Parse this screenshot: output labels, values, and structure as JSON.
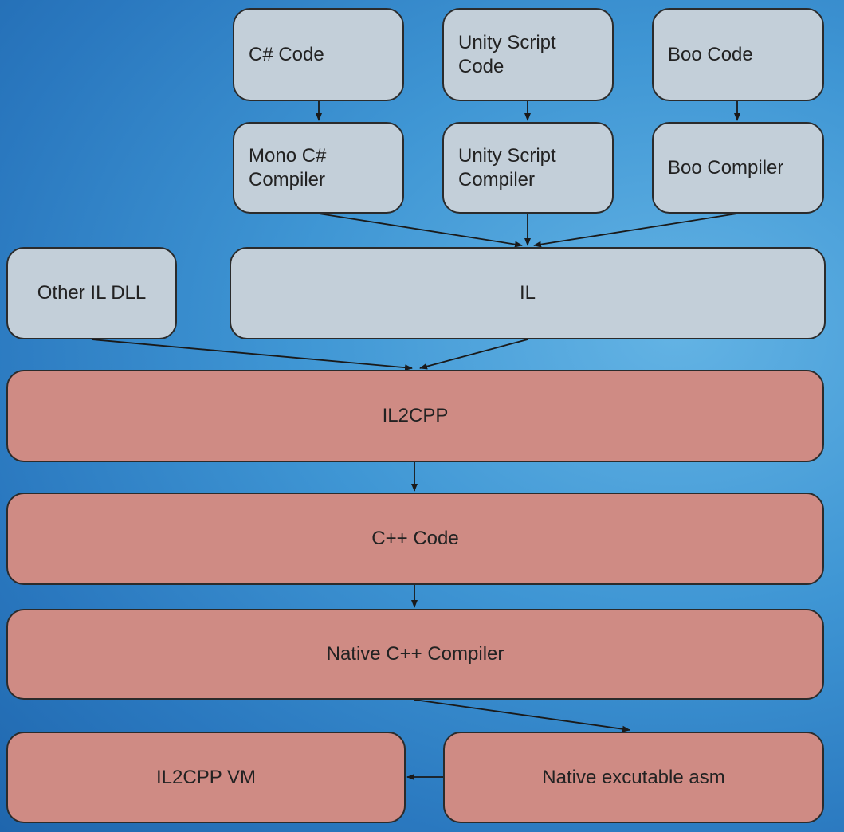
{
  "nodes": {
    "csharp_code": "C# Code",
    "unity_script_code": "Unity Script\nCode",
    "boo_code": "Boo Code",
    "mono_csharp_compiler": "Mono C#\nCompiler",
    "unity_script_compiler": "Unity Script\nCompiler",
    "boo_compiler": "Boo Compiler",
    "other_il_dll": "Other IL DLL",
    "il": "IL",
    "il2cpp": "IL2CPP",
    "cpp_code": "C++ Code",
    "native_cpp_compiler": "Native C++ Compiler",
    "il2cpp_vm": "IL2CPP VM",
    "native_executable_asm": "Native excutable asm"
  },
  "colors": {
    "source_box": "#c3cfd9",
    "il2cpp_box": "#cf8b84",
    "border": "#2b2b2b",
    "arrow": "#1a1a1a"
  },
  "edges": [
    [
      "csharp_code",
      "mono_csharp_compiler"
    ],
    [
      "unity_script_code",
      "unity_script_compiler"
    ],
    [
      "boo_code",
      "boo_compiler"
    ],
    [
      "mono_csharp_compiler",
      "il"
    ],
    [
      "unity_script_compiler",
      "il"
    ],
    [
      "boo_compiler",
      "il"
    ],
    [
      "other_il_dll",
      "il2cpp"
    ],
    [
      "il",
      "il2cpp"
    ],
    [
      "il2cpp",
      "cpp_code"
    ],
    [
      "cpp_code",
      "native_cpp_compiler"
    ],
    [
      "native_cpp_compiler",
      "native_executable_asm"
    ],
    [
      "native_executable_asm",
      "il2cpp_vm"
    ]
  ]
}
